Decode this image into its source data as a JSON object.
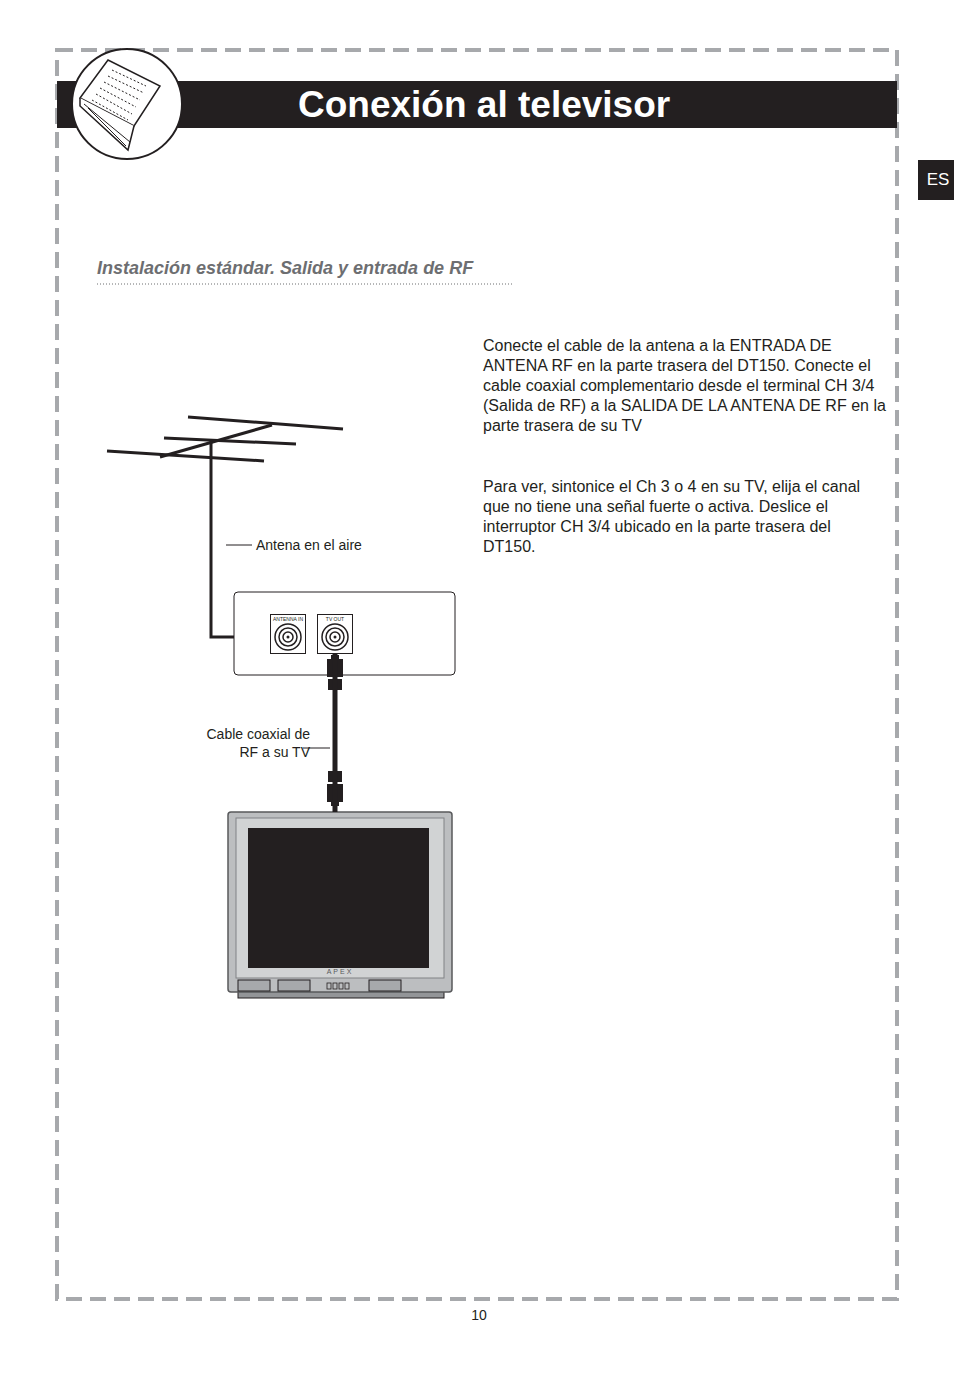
{
  "diagram": {
    "title": "Conexión al televisor",
    "nodes": [
      {
        "text": [
          "ES"
        ]
      },
      {
        "text": [
          "ANTENNA IN"
        ]
      },
      {
        "text": [
          "TV OUT"
        ]
      },
      {
        "text": [
          "APEX"
        ]
      }
    ],
    "edges": [
      {
        "from": 2,
        "to": 3,
        "arrow": "none"
      }
    ],
    "labels": [
      "Instalación estándar. Salida y entrada de RF",
      "Conecte el cable de la antena a la ENTRADA DE ANTENA RF en la parte trasera del DT150. Conecte el cable coaxial complementario desde el terminal CH 3/4 (Salida de RF) a la SALIDA DE LA ANTENA DE RF en la parte trasera de su TV",
      "Para ver, sintonice el Ch 3 o 4 en su TV, elija el canal que no tiene una señal fuerte o activa. Deslice el interruptor CH 3/4 ubicado en la parte trasera del DT150.",
      "Antena en el aire",
      "Cable coaxial de RF a su TV",
      "10"
    ]
  }
}
